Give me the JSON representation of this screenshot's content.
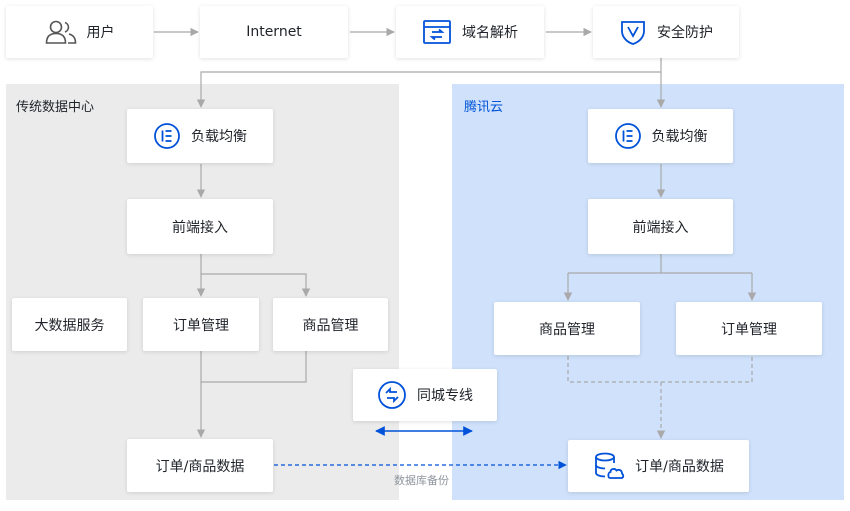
{
  "top_row": {
    "user": "用户",
    "internet": "Internet",
    "dns": "域名解析",
    "security": "安全防护"
  },
  "left_zone": {
    "title": "传统数据中心",
    "load_balancer": "负载均衡",
    "frontend": "前端接入",
    "big_data": "大数据服务",
    "order_mgmt": "订单管理",
    "product_mgmt": "商品管理",
    "database": "订单/商品数据"
  },
  "right_zone": {
    "title": "腾讯云",
    "load_balancer": "负载均衡",
    "frontend": "前端接入",
    "product_mgmt": "商品管理",
    "order_mgmt": "订单管理",
    "database": "订单/商品数据"
  },
  "link": {
    "dedicated_line": "同城专线",
    "backup_label": "数据库备份"
  },
  "colors": {
    "accent_blue": "#0052d9",
    "left_zone_bg": "#ebebeb",
    "right_zone_bg": "#cfe1fb",
    "connector_gray": "#a9a9a9",
    "sync_arrow_blue": "#0052d9"
  },
  "icons": {
    "user": "users-icon",
    "dns": "dns-icon",
    "security": "shield-icon",
    "load_balancer": "load-balancer-icon",
    "dedicated_line": "dedicated-line-icon",
    "database": "cloud-database-icon"
  }
}
